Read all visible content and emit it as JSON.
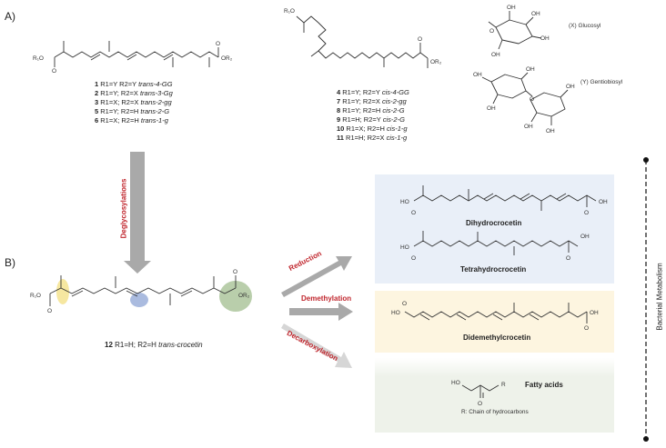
{
  "sections": {
    "a": "A)",
    "b": "B)"
  },
  "sugars": {
    "glucosyl": "(X) Glucosyl",
    "gentiobiosyl": "(Y) Gentiobiosyl"
  },
  "trans_labels": [
    {
      "num": "1",
      "text": " R1=Y R2=Y ",
      "form": "trans-4-GG"
    },
    {
      "num": "2",
      "text": " R1=Y; R2=X ",
      "form": "trans-3-Gg"
    },
    {
      "num": "3",
      "text": " R1=X; R2=X ",
      "form": "trans-2-gg"
    },
    {
      "num": "5",
      "text": " R1=Y; R2=H ",
      "form": "trans-2-G"
    },
    {
      "num": "6",
      "text": " R1=X; R2=H ",
      "form": "trans-1-g"
    }
  ],
  "cis_labels": [
    {
      "num": "4",
      "text": " R1=Y; R2=Y ",
      "form": "cis-4-GG"
    },
    {
      "num": "7",
      "text": " R1=Y; R2=X ",
      "form": "cis-2-gg"
    },
    {
      "num": "8",
      "text": " R1=Y; R2=H ",
      "form": "cis-2-G"
    },
    {
      "num": "9",
      "text": " R1=H; R2=Y ",
      "form": "cis-2-G"
    },
    {
      "num": "10",
      "text": " R1=X; R2=H ",
      "form": "cis-1-g"
    },
    {
      "num": "11",
      "text": " R1=H; R2=X ",
      "form": "cis-1-g"
    }
  ],
  "deglycosylations": "Deglycosylations",
  "crocetin_label": {
    "num": "12",
    "text": " R1=H; R2=H ",
    "form": "trans-crocetin"
  },
  "reactions": {
    "reduction": "Reduction",
    "demethylation": "Demethylation",
    "decarboxylation": "Decarboxylation"
  },
  "products": {
    "dihydro": "Dihydrocrocetin",
    "tetrahydro": "Tetrahydrocrocetin",
    "didemethyl": "Didemethylcrocetin",
    "fatty": "Fatty acids",
    "fatty_note": "R: Chain of hydrocarbons"
  },
  "bacterial": "Bacterial Metabolism",
  "atoms": {
    "oh": "OH",
    "o": "O",
    "ho": "HO",
    "r": "R",
    "r1": "R₁O",
    "r2": "OR₂"
  },
  "colors": {
    "blue_box": "#e9eff8",
    "yellow_box": "#fdf5e0",
    "green_box": "#eef2ea",
    "arrow": "#a9a9a9",
    "red_text": "#c0262d",
    "highlight_yellow": "#f6e7a0",
    "highlight_blue": "#aabbdf",
    "highlight_green": "#b9ceab"
  }
}
